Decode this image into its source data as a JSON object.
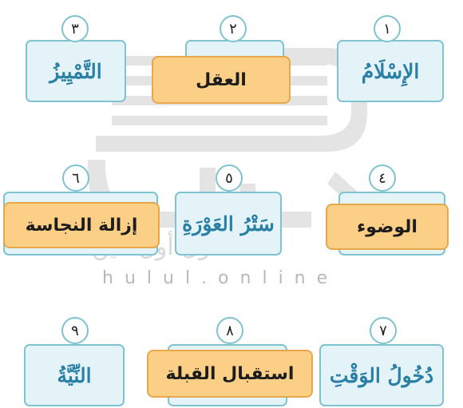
{
  "cards": [
    {
      "number": "١",
      "word": "الإِسْلَامُ"
    },
    {
      "number": "٢",
      "word": ""
    },
    {
      "number": "٣",
      "word": "التَّمْيِيزُ"
    },
    {
      "number": "٤",
      "word": ""
    },
    {
      "number": "٥",
      "word": "سَتْرُ العَوْرَةِ"
    },
    {
      "number": "٦",
      "word": ""
    },
    {
      "number": "٧",
      "word": "دُخُولُ الوَقْتِ"
    },
    {
      "number": "٨",
      "word": ""
    },
    {
      "number": "٩",
      "word": "النِّيَّةُ"
    }
  ],
  "answers": {
    "card2": "العقل",
    "card4": "الوضوء",
    "card6": "إزالة النجاسة",
    "card8": "استقبال القبلة"
  },
  "watermark": {
    "arabic": "الحلول أون لاين",
    "latin": "hulul.online"
  },
  "colors": {
    "card_bg": "#e4f3f7",
    "card_border": "#7fc3d1",
    "card_text": "#2a7fa6",
    "label_bg": "#fbd086",
    "label_border": "#e6a84a",
    "watermark": "#c9c9c9"
  }
}
